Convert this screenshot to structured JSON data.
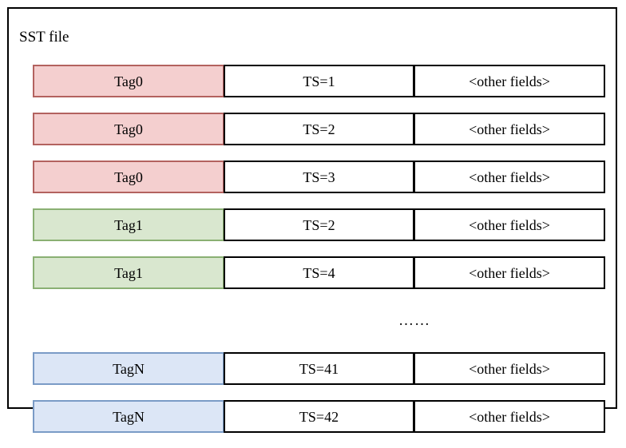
{
  "diagram": {
    "title": "SST file",
    "columns": [
      "tag",
      "timestamp",
      "other_fields"
    ],
    "ellipsis": "……",
    "colors": {
      "tag_red_fill": "#f4cfcf",
      "tag_red_border": "#b3625f",
      "tag_green_fill": "#d9e7cf",
      "tag_green_border": "#8ab073",
      "tag_blue_fill": "#dce6f6",
      "tag_blue_border": "#7a9bc6",
      "cell_border": "#000000",
      "background": "#ffffff"
    },
    "rows": [
      {
        "tag": "Tag0",
        "ts": "TS=1",
        "fields": "<other fields>",
        "color": "red"
      },
      {
        "tag": "Tag0",
        "ts": "TS=2",
        "fields": "<other fields>",
        "color": "red"
      },
      {
        "tag": "Tag0",
        "ts": "TS=3",
        "fields": "<other fields>",
        "color": "red"
      },
      {
        "tag": "Tag1",
        "ts": "TS=2",
        "fields": "<other fields>",
        "color": "green"
      },
      {
        "tag": "Tag1",
        "ts": "TS=4",
        "fields": "<other fields>",
        "color": "green"
      },
      {
        "tag": "TagN",
        "ts": "TS=41",
        "fields": "<other fields>",
        "color": "blue"
      },
      {
        "tag": "TagN",
        "ts": "TS=42",
        "fields": "<other fields>",
        "color": "blue"
      }
    ]
  }
}
